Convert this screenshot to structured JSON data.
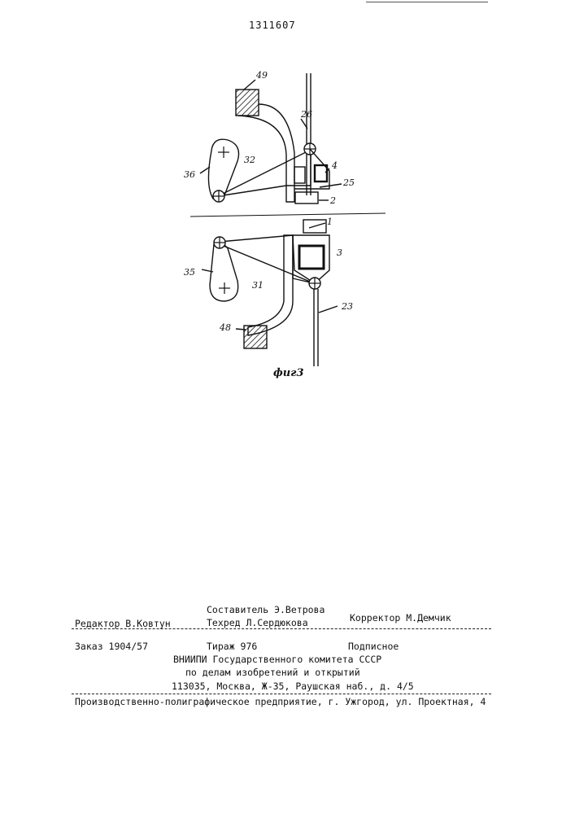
{
  "header": {
    "patent_number": "1311607"
  },
  "figure": {
    "labels": {
      "l49": "49",
      "l26": "26",
      "l4": "4",
      "l36": "36",
      "l32": "32",
      "l25": "25",
      "l2": "2",
      "l1": "1",
      "l3": "3",
      "l35": "35",
      "l31": "31",
      "l23": "23",
      "l48": "48"
    },
    "caption": "фиг3"
  },
  "imprint": {
    "editor": "Редактор В.Ковтун",
    "compiler": "Составитель Э.Ветрова",
    "techred": "Техред Л.Сердюкова",
    "corrector": "Корректор М.Демчик",
    "order": "Заказ 1904/57",
    "circulation": "Тираж 976",
    "subscription": "Подписное",
    "institute_line1": "ВНИИПИ Государственного комитета СССР",
    "institute_line2": "по делам изобретений и открытий",
    "address": "113035, Москва, Ж-35, Раушская наб., д. 4/5",
    "printer": "Производственно-полиграфическое предприятие, г. Ужгород, ул. Проектная, 4"
  }
}
